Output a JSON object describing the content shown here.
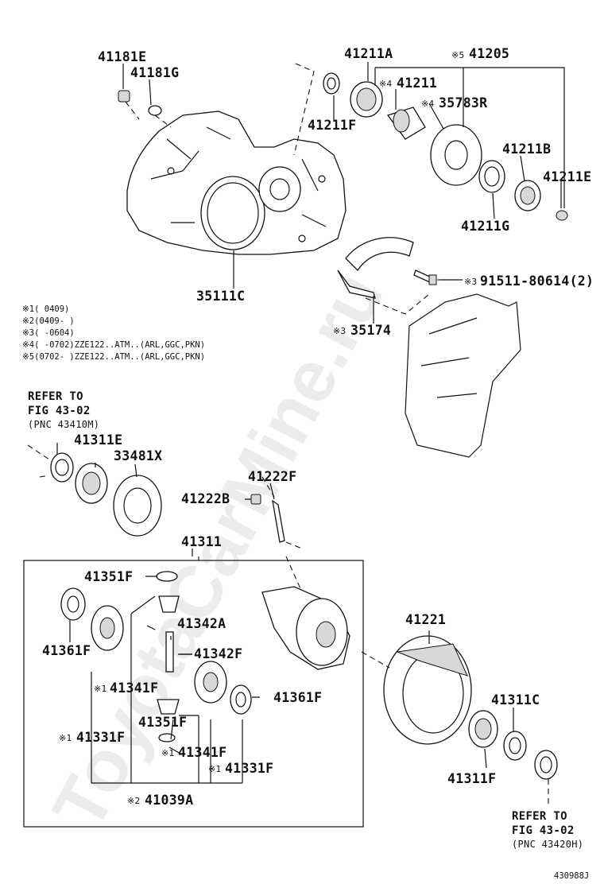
{
  "watermark": "ToyotaCarMine.ru",
  "diagram_code": "430988J",
  "parts": {
    "p41181E": "41181E",
    "p41181G": "41181G",
    "p41211A": "41211A",
    "p41205": "41205",
    "p41211": "41211",
    "p41211F_top": "41211F",
    "p35783R": "35783R",
    "p41211B": "41211B",
    "p41211E": "41211E",
    "p41211G": "41211G",
    "p35111C": "35111C",
    "p91511": "91511-80614(2)",
    "p35174": "35174",
    "p41311E": "41311E",
    "p33481X": "33481X",
    "p41222F": "41222F",
    "p41222B": "41222B",
    "p41311": "41311",
    "p41351F_top": "41351F",
    "p41342A": "41342A",
    "p41342F": "41342F",
    "p41361F_left": "41361F",
    "p41341F_top": "41341F",
    "p41361F_right": "41361F",
    "p41351F_mid": "41351F",
    "p41331F_left": "41331F",
    "p41341F_bot": "41341F",
    "p41331F_right": "41331F",
    "p41039A": "41039A",
    "p41221": "41221",
    "p41311C": "41311C",
    "p41311F": "41311F"
  },
  "marks": {
    "m5_41205": "※5",
    "m4_41211": "※4",
    "m4_35783R": "※4",
    "m3_91511": "※3",
    "m3_35174": "※3",
    "m1_41341F_top": "※1",
    "m1_41331F_left": "※1",
    "m1_41341F_bot": "※1",
    "m1_41331F_right": "※1",
    "m2_41039A": "※2"
  },
  "notes": [
    "※1(      0409)",
    "※2(0409-      )",
    "※3(      -0604)",
    "※4(      -0702)ZZE122..ATM..(ARL,GGC,PKN)",
    "※5(0702-      )ZZE122..ATM..(ARL,GGC,PKN)"
  ],
  "refer_top": [
    "REFER TO",
    "FIG 43-02",
    "(PNC 43410M)"
  ],
  "refer_bottom": [
    "REFER TO",
    "FIG 43-02",
    "(PNC 43420H)"
  ]
}
